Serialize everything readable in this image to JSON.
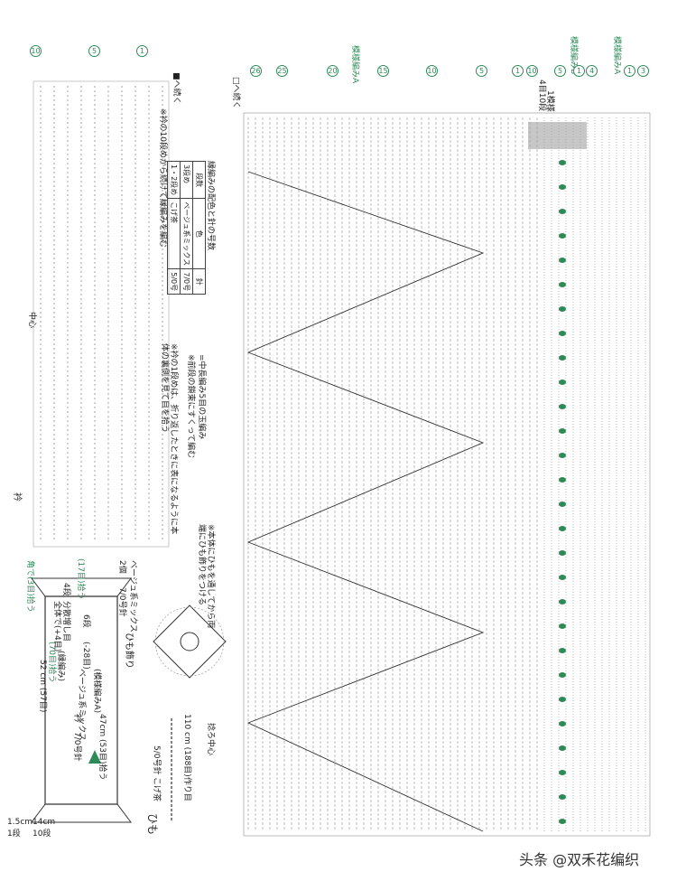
{
  "collar": {
    "title": "衿",
    "center_label": "中心",
    "note_fold": "※衿の1段めは、折り返したときに表になるように本体の裏側を見て目を拾う",
    "note_edge": "※衿の10段めから続けて縁編みを編む",
    "continue_label": "■へ続く",
    "row_markers": [
      "10",
      "5",
      "1"
    ]
  },
  "body_chart": {
    "markers_top": [
      "26",
      "25",
      "20",
      "15",
      "10",
      "5",
      "1"
    ],
    "edge_a_label": "模様編みA",
    "edge_b_label": "模様編みB",
    "edge_a2_label": "模様編みA",
    "right_markers": [
      "10",
      "5",
      "1",
      "4",
      "1",
      "3"
    ],
    "join_label": "□へ続く",
    "start_center_label": "捻ろ中心",
    "note_4row": "4目10段",
    "note_edge": "1模様",
    "popcorn_note": "=中長編み5目の玉編み",
    "popcorn_note2": "※前段の鎖束にすくって編む",
    "tie_note": "※本体にひもを通してから両端にひも飾りをつける"
  },
  "legend_table": {
    "title": "縁編みの配色と針の号数",
    "headers": [
      "段数",
      "色",
      "針"
    ],
    "rows": [
      [
        "3段め",
        "ベージュ系ミックス",
        "7/0号"
      ],
      [
        "1・2段め",
        "こげ茶",
        "5/0号"
      ]
    ]
  },
  "schematic": {
    "collar_title": "衿",
    "collar_yarn": "ベージュ系ミックス",
    "collar_width": "52 cm (57目)",
    "collar_pick": "(70目)拾う",
    "collar_pattern": "(縁編み)",
    "corner_note": "角で(3目)拾う",
    "side_pick": "(17目)拾う",
    "increase_note": "分散増し目",
    "increase_note2": "全体で(+4目)",
    "rows_4": "4段",
    "rows_6": "6段",
    "minus_note": "(-28目)",
    "pattern_a": "(模様編みA)",
    "needle": "7/0号針",
    "width_47": "47cm (53目)拾う",
    "height_15": "1.5cm",
    "rows_1": "1段",
    "height_14": "14cm",
    "rows_10": "10段",
    "tie_title": "ひも",
    "tie_yarn": "こげ茶",
    "tie_needle": "5/0号針",
    "tie_len": "110 cm (188目)作り目",
    "ornament_title": "ひも飾り",
    "ornament_yarn": "ベージュ系ミックス",
    "ornament_needle": "7/0号針",
    "ornament_count": "2個"
  },
  "watermark": "头条 @双禾花编织"
}
